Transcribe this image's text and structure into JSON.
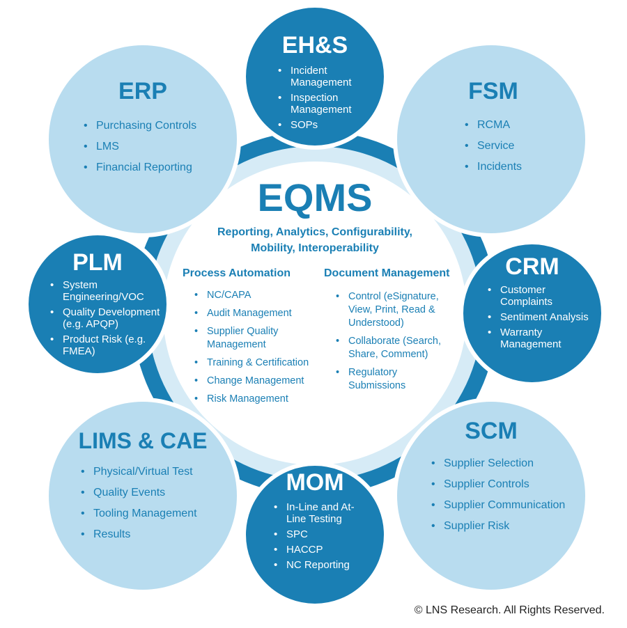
{
  "center": {
    "title": "EQMS",
    "subtitle_line1": "Reporting, Analytics, Configurability,",
    "subtitle_line2": "Mobility, Interoperability",
    "process_automation": {
      "heading": "Process Automation",
      "items": [
        "NC/CAPA",
        "Audit Management",
        "Supplier Quality Management",
        "Training & Certification",
        "Change Management",
        "Risk Management"
      ]
    },
    "document_management": {
      "heading": "Document Management",
      "items": [
        "Control (eSignature, View, Print, Read & Understood)",
        "Collaborate (Search, Share, Comment)",
        "Regulatory Submissions"
      ]
    }
  },
  "nodes": {
    "ehs": {
      "title": "EH&S",
      "items": [
        "Incident Management",
        "Inspection Management",
        "SOPs"
      ]
    },
    "erp": {
      "title": "ERP",
      "items": [
        "Purchasing Controls",
        "LMS",
        "Financial Reporting"
      ]
    },
    "fsm": {
      "title": "FSM",
      "items": [
        "RCMA",
        "Service",
        "Incidents"
      ]
    },
    "plm": {
      "title": "PLM",
      "items": [
        "System Engineering/VOC",
        "Quality Development (e.g. APQP)",
        "Product Risk (e.g. FMEA)"
      ]
    },
    "crm": {
      "title": "CRM",
      "items": [
        "Customer Complaints",
        "Sentiment Analysis",
        "Warranty Management"
      ]
    },
    "lims": {
      "title": "LIMS & CAE",
      "items": [
        "Physical/Virtual Test",
        "Quality Events",
        "Tooling Management",
        "Results"
      ]
    },
    "scm": {
      "title": "SCM",
      "items": [
        "Supplier Selection",
        "Supplier Controls",
        "Supplier Communication",
        "Supplier Risk"
      ]
    },
    "mom": {
      "title": "MOM",
      "items": [
        "In-Line and At-Line Testing",
        "SPC",
        "HACCP",
        "NC Reporting"
      ]
    }
  },
  "copyright": "© LNS Research. All Rights Reserved.",
  "colors": {
    "dark": "#1a7fb4",
    "light": "#b8dcef",
    "pale": "#d6ebf6"
  }
}
